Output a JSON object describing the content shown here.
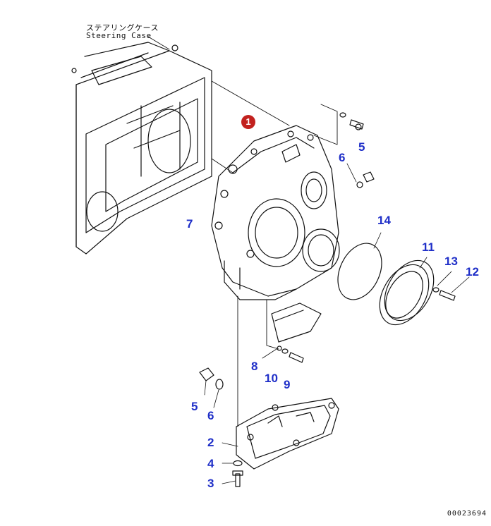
{
  "titles": {
    "jp": "ステアリングケース",
    "en": "Steering Case"
  },
  "main_part_badge": "1",
  "callouts": {
    "c5_top": "5",
    "c6_top": "6",
    "c7": "7",
    "c14": "14",
    "c11": "11",
    "c13": "13",
    "c12": "12",
    "c8": "8",
    "c10": "10",
    "c9": "9",
    "c5_bottom": "5",
    "c6_bottom": "6",
    "c2": "2",
    "c4": "4",
    "c3": "3"
  },
  "drawing_number": "00023694",
  "colors": {
    "callout": "#1f2fc8",
    "badge": "#c2211e",
    "line": "#111111"
  }
}
